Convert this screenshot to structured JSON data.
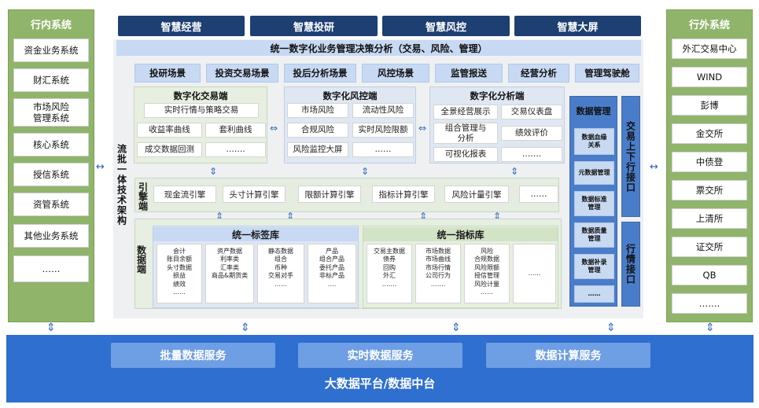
{
  "left_panel": {
    "title": "行内系统",
    "items": [
      "资金业务系统",
      "财汇系统",
      "市场风险\n管理系统",
      "核心系统",
      "授信系统",
      "资管系统",
      "其他业务系统",
      "……"
    ]
  },
  "right_panel": {
    "title": "行外系统",
    "items": [
      "外汇交易中心",
      "WIND",
      "彭博",
      "金交所",
      "中债登",
      "票交所",
      "上清所",
      "证交所",
      "QB",
      "……."
    ]
  },
  "top_headers": [
    "智慧经营",
    "智慧投研",
    "智慧风控",
    "智慧大屏"
  ],
  "banner": "统一数字化业务管理决策分析（交易、风险、管理）",
  "scenes": [
    "投研场景",
    "投资交易场景",
    "投后分析场景",
    "风控场景",
    "监管报送",
    "经营分析",
    "管理驾驶舱"
  ],
  "left_vertical": "流批一体技术架构",
  "trading_terminal": {
    "title": "数字化交易端",
    "cells": [
      "实时行情与策略交易",
      "收益率曲线",
      "套利曲线",
      "成交数据回测",
      "……."
    ]
  },
  "risk_terminal": {
    "title": "数字化风控端",
    "cells": [
      "市场风险",
      "流动性风险",
      "合规风险",
      "实时风险限额",
      "风险监控大屏",
      "……"
    ]
  },
  "analysis_terminal": {
    "title": "数字化分析端",
    "cells": [
      "全景经营展示",
      "交易仪表盘",
      "组合管理与\n分析",
      "绩效评价",
      "可视化报表",
      "……."
    ]
  },
  "engine_label": "引擎端",
  "engines": [
    "现金流引擎",
    "头寸计算引擎",
    "限额计算引擎",
    "指标计算引擎",
    "风险计量引擎",
    "……"
  ],
  "data_label": "数据端",
  "tag_library": {
    "title": "统一标签库",
    "boxes": [
      [
        "会计",
        "账目余额",
        "头寸数据",
        "损益",
        "绩效",
        "……"
      ],
      [
        "资产数据",
        "利率类",
        "汇率类",
        "商品&期货类"
      ],
      [
        "静态数据",
        "组合",
        "币种",
        "交易对手",
        "……"
      ],
      [
        "产品",
        "组合产品",
        "委托产品",
        "非标产品",
        "…."
      ]
    ]
  },
  "indicator_library": {
    "title": "统一指标库",
    "boxes": [
      [
        "交易主数据",
        "债券",
        "回购",
        "外汇",
        "……."
      ],
      [
        "市场数据",
        "市场曲线",
        "市场行情",
        "公司行为",
        "……."
      ],
      [
        "风险",
        "合规数据",
        "风险限额",
        "授信管理",
        "风险计量",
        "……"
      ],
      [
        "……"
      ]
    ]
  },
  "data_management": {
    "title": "数据管理",
    "cells": [
      "数据血缘\n关系",
      "元数据管理",
      "数据标准\n管理",
      "数据质量\n管理",
      "数据补录\n管理",
      "……"
    ]
  },
  "trade_interface": "交易上下行接口",
  "quote_interface": "行情接口",
  "services": [
    "批量数据服务",
    "实时数据服务",
    "数据计算服务"
  ],
  "platform_title": "大数据平台/数据中台"
}
